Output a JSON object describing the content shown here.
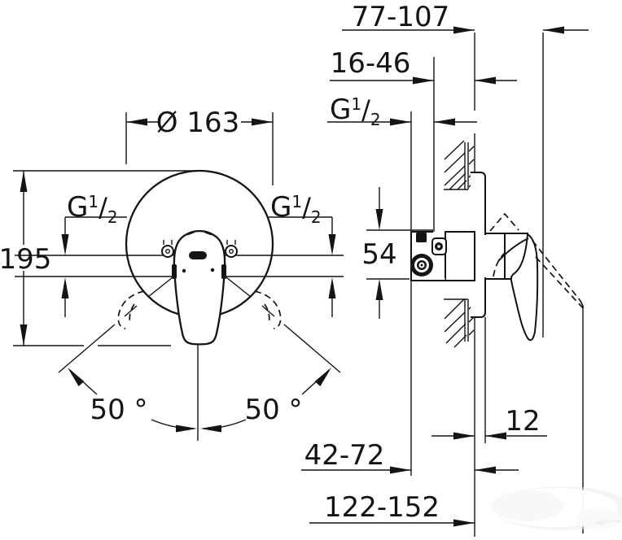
{
  "drawing": {
    "title": "concealed-shower-mixer-dimensional-drawing",
    "front_view": {
      "diameter": "Ø 163",
      "height": "195",
      "thread_left": {
        "g": "G",
        "sup": "1",
        "slash": "/",
        "sub": "2"
      },
      "thread_right": {
        "g": "G",
        "sup": "1",
        "slash": "/",
        "sub": "2"
      },
      "angle_left": "50 °",
      "angle_right": "50 °"
    },
    "side_view": {
      "offset_range": "77-107",
      "inset_range": "16-46",
      "thread": {
        "g": "G",
        "sup": "1",
        "slash": "/",
        "sub": "2"
      },
      "valve_height": "54",
      "plate_thickness": "12",
      "depth_range": "42-72",
      "total_range": "122-152"
    },
    "colors": {
      "line": "#141414",
      "background": "#ffffff"
    }
  }
}
